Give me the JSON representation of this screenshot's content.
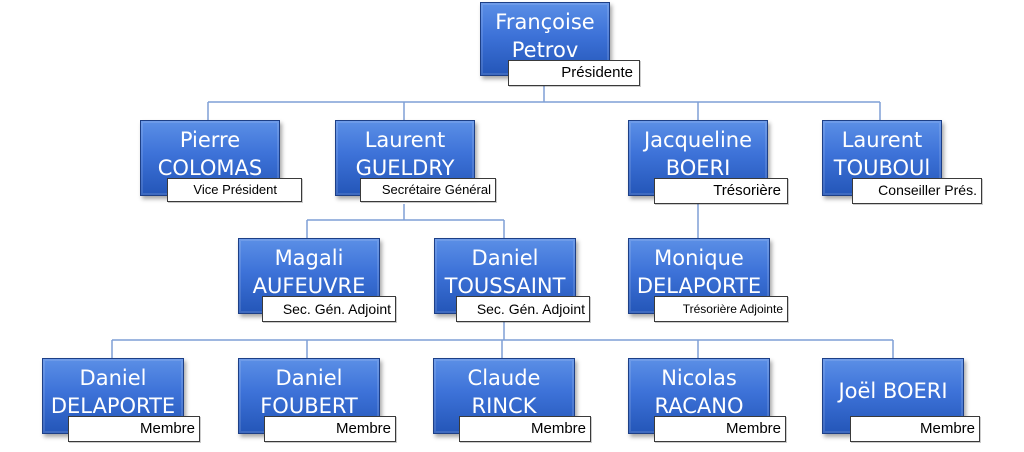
{
  "org_chart": {
    "president": {
      "first": "Françoise",
      "last": "Petrov",
      "role": "Présidente"
    },
    "level1": [
      {
        "first": "Pierre",
        "last": "COLOMAS",
        "role": "Vice Président"
      },
      {
        "first": "Laurent",
        "last": "GUELDRY",
        "role": "Secrétaire Général"
      },
      {
        "first": "Jacqueline",
        "last": "BOERI",
        "role": "Trésorière"
      },
      {
        "first": "Laurent",
        "last": "TOUBOUl",
        "role": "Conseiller Prés."
      }
    ],
    "level2": [
      {
        "first": "Magali",
        "last": "AUFEUVRE",
        "role": "Sec. Gén. Adjoint"
      },
      {
        "first": "Daniel",
        "last": "TOUSSAINT",
        "role": "Sec. Gén. Adjoint"
      },
      {
        "first": "Monique",
        "last": "DELAPORTE",
        "role": "Trésorière Adjointe"
      }
    ],
    "level3": [
      {
        "first": "Daniel",
        "last": "DELAPORTE",
        "role": "Membre"
      },
      {
        "first": "Daniel",
        "last": "FOUBERT",
        "role": "Membre"
      },
      {
        "first": "Claude",
        "last": "RINCK",
        "role": "Membre"
      },
      {
        "first": "Nicolas",
        "last": "RACANO",
        "role": "Membre"
      },
      {
        "first": "Joël BOERI",
        "last": "",
        "role": "Membre"
      }
    ],
    "colors": {
      "box": "#3d72d8",
      "box_border": "#1d3f86",
      "line": "#7f9fd6",
      "role_bg": "#ffffff"
    }
  }
}
